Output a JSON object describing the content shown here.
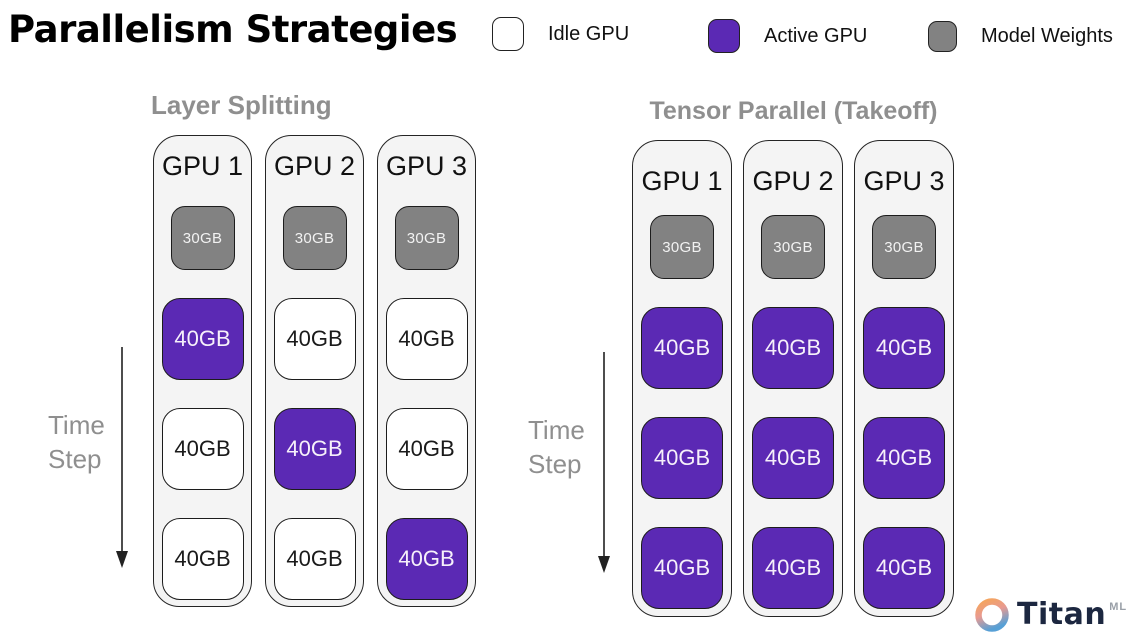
{
  "title": "Parallelism Strategies",
  "colors": {
    "active_gpu": "#5b29b4",
    "idle_gpu": "#ffffff",
    "model_weights": "#828282",
    "column_bg": "#f4f4f4",
    "muted_text": "#8f8f8f"
  },
  "legend": {
    "items": [
      {
        "label": "Idle GPU",
        "swatch": "idle",
        "color": "#ffffff"
      },
      {
        "label": "Active GPU",
        "swatch": "active",
        "color": "#5b29b4"
      },
      {
        "label": "Model Weights",
        "swatch": "weights",
        "color": "#828282"
      }
    ]
  },
  "sections": [
    {
      "title": "Layer Splitting",
      "time_axis": {
        "label_lines": [
          "Time",
          "Step"
        ]
      },
      "columns": [
        {
          "label": "GPU 1",
          "weights_box": {
            "label": "30GB"
          },
          "boxes": [
            {
              "label": "40GB",
              "state": "active"
            },
            {
              "label": "40GB",
              "state": "idle"
            },
            {
              "label": "40GB",
              "state": "idle"
            }
          ]
        },
        {
          "label": "GPU 2",
          "weights_box": {
            "label": "30GB"
          },
          "boxes": [
            {
              "label": "40GB",
              "state": "idle"
            },
            {
              "label": "40GB",
              "state": "active"
            },
            {
              "label": "40GB",
              "state": "idle"
            }
          ]
        },
        {
          "label": "GPU 3",
          "weights_box": {
            "label": "30GB"
          },
          "boxes": [
            {
              "label": "40GB",
              "state": "idle"
            },
            {
              "label": "40GB",
              "state": "idle"
            },
            {
              "label": "40GB",
              "state": "active"
            }
          ]
        }
      ]
    },
    {
      "title": "Tensor Parallel (Takeoff)",
      "time_axis": {
        "label_lines": [
          "Time",
          "Step"
        ]
      },
      "columns": [
        {
          "label": "GPU 1",
          "weights_box": {
            "label": "30GB"
          },
          "boxes": [
            {
              "label": "40GB",
              "state": "active"
            },
            {
              "label": "40GB",
              "state": "active"
            },
            {
              "label": "40GB",
              "state": "active"
            }
          ]
        },
        {
          "label": "GPU 2",
          "weights_box": {
            "label": "30GB"
          },
          "boxes": [
            {
              "label": "40GB",
              "state": "active"
            },
            {
              "label": "40GB",
              "state": "active"
            },
            {
              "label": "40GB",
              "state": "active"
            }
          ]
        },
        {
          "label": "GPU 3",
          "weights_box": {
            "label": "30GB"
          },
          "boxes": [
            {
              "label": "40GB",
              "state": "active"
            },
            {
              "label": "40GB",
              "state": "active"
            },
            {
              "label": "40GB",
              "state": "active"
            }
          ]
        }
      ]
    }
  ],
  "logo": {
    "brand": "Titan",
    "suffix": "ML"
  }
}
